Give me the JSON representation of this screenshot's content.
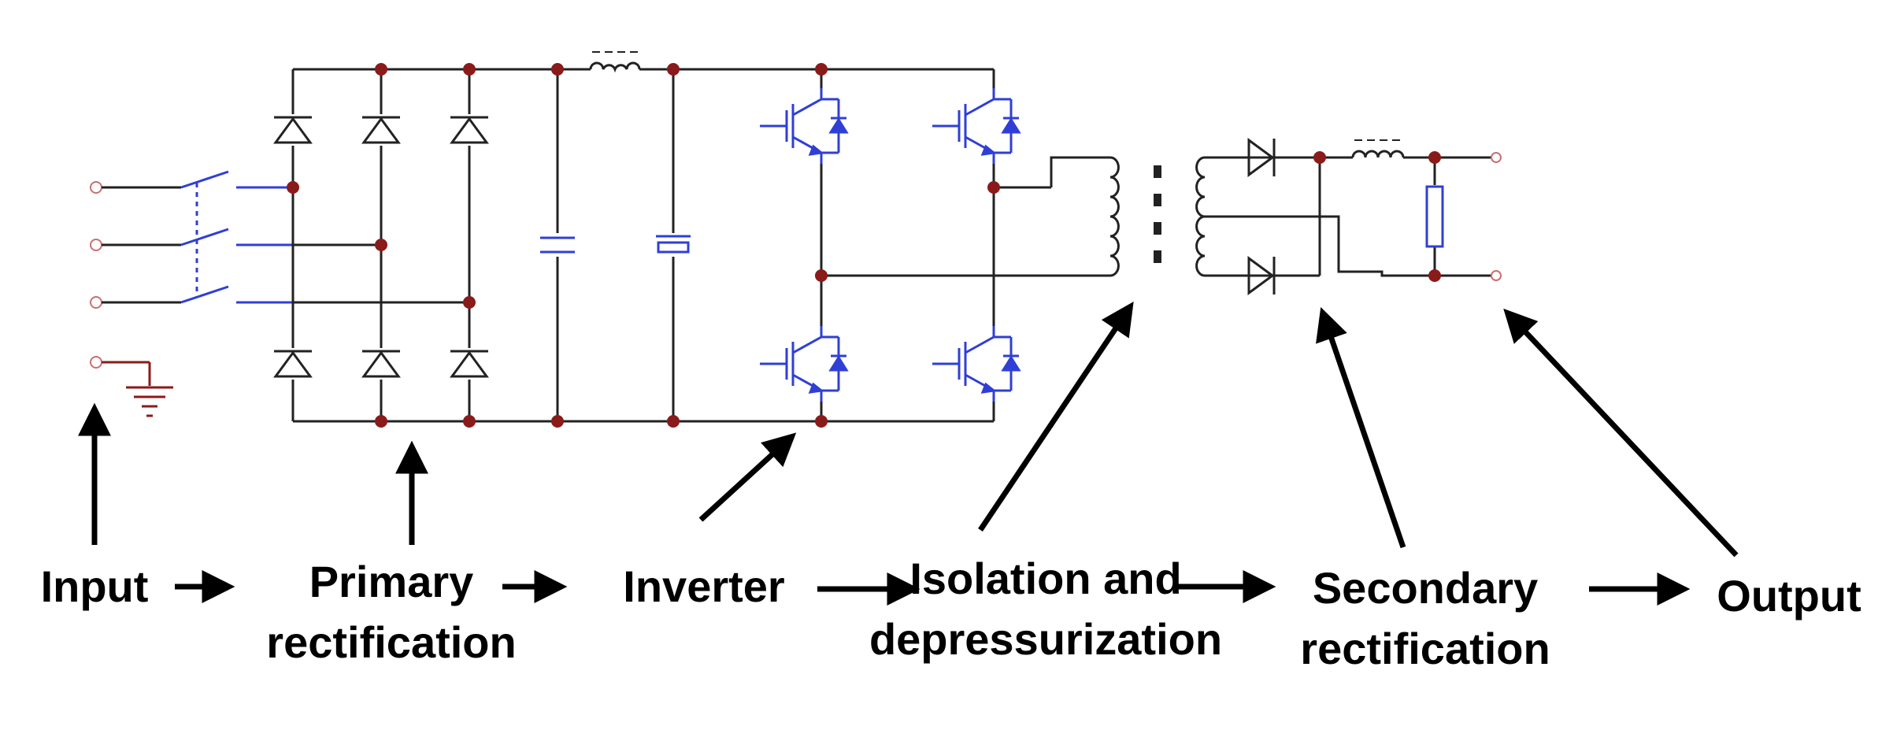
{
  "labels": {
    "input": "Input",
    "primary": "Primary rectification",
    "inverter": "Inverter",
    "isolation": "Isolation and depressurization",
    "secondary": "Secondary rectification",
    "output": "Output"
  },
  "colors": {
    "wire": "#222222",
    "node": "#8b1a1a",
    "switch": "#2f3fd6",
    "ground": "#8b1a1a",
    "arrow": "#000000"
  }
}
